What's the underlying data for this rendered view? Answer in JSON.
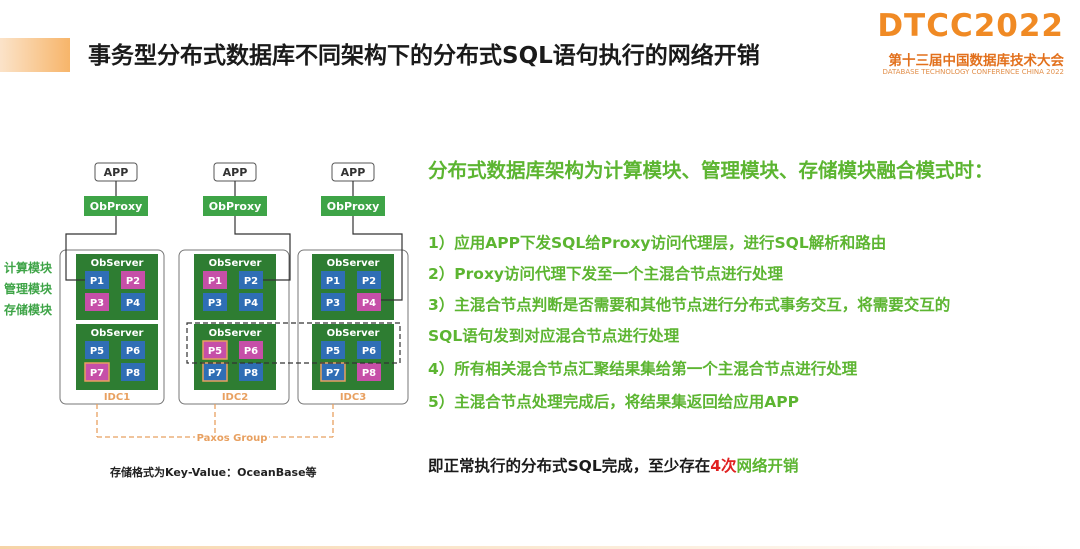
{
  "title": "事务型分布式数据库不同架构下的分布式SQL语句执行的网络开销",
  "logo": {
    "main": "DTCC2022",
    "sub": "第十三届中国数据库技术大会",
    "en": "DATABASE TECHNOLOGY CONFERENCE CHINA 2022"
  },
  "diagram": {
    "app_label": "APP",
    "proxy_label": "ObProxy",
    "server_label": "ObServer",
    "side_labels": [
      "计算模块",
      "管理模块",
      "存储模块"
    ],
    "idcs": [
      "IDC1",
      "IDC2",
      "IDC3"
    ],
    "paxos_label": "Paxos Group",
    "partitions_top": [
      "P1",
      "P2",
      "P3",
      "P4"
    ],
    "partitions_bottom": [
      "P5",
      "P6",
      "P7",
      "P8"
    ],
    "caption": "存储格式为Key-Value：OceanBase等",
    "colors": {
      "green": "#3ea447",
      "dark_green": "#2e7d32",
      "blue": "#2f6eb5",
      "pink": "#c64fa8",
      "orange": "#e8a060"
    }
  },
  "right": {
    "heading": "分布式数据库架构为计算模块、管理模块、存储模块融合模式时：",
    "steps": [
      "1）应用APP下发SQL给Proxy访问代理层，进行SQL解析和路由",
      "2）Proxy访问代理下发至一个主混合节点进行处理",
      "3）主混合节点判断是否需要和其他节点进行分布式事务交互，将需要交互的",
      "SQL语句发到对应混合节点进行处理",
      "4）所有相关混合节点汇聚结果集给第一个主混合节点进行处理",
      "5）主混合节点处理完成后，将结果集返回给应用APP"
    ],
    "summary_prefix": "即正常执行的分布式SQL完成，至少存在",
    "summary_count": "4次",
    "summary_suffix": "网络开销"
  }
}
